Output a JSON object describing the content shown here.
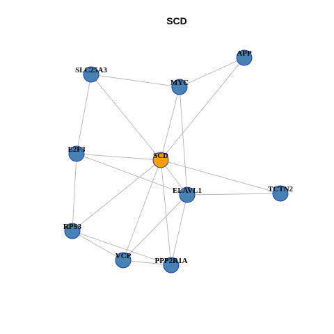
{
  "graph": {
    "title": "SCD",
    "center_color": "#F5A000",
    "node_color": "#4682B4",
    "node_border_color": "#1F3FB0",
    "edge_color": "#B3B3B3",
    "nodes": [
      {
        "id": "SCD",
        "label": "SCD",
        "center": true
      },
      {
        "id": "APP",
        "label": "APP"
      },
      {
        "id": "MYC",
        "label": "MYC"
      },
      {
        "id": "SLC25A3",
        "label": "SLC25A3"
      },
      {
        "id": "E2F3",
        "label": "E2F3"
      },
      {
        "id": "ELAVL1",
        "label": "ELAVL1"
      },
      {
        "id": "TCTN2",
        "label": "TCTN2"
      },
      {
        "id": "RPS3",
        "label": "RPS3"
      },
      {
        "id": "VCP",
        "label": "VCP"
      },
      {
        "id": "PPP2R1A",
        "label": "PPP2R1A"
      }
    ],
    "edges": [
      [
        "APP",
        "MYC"
      ],
      [
        "APP",
        "SCD"
      ],
      [
        "SLC25A3",
        "MYC"
      ],
      [
        "SLC25A3",
        "SCD"
      ],
      [
        "SLC25A3",
        "E2F3"
      ],
      [
        "MYC",
        "SCD"
      ],
      [
        "MYC",
        "ELAVL1"
      ],
      [
        "E2F3",
        "SCD"
      ],
      [
        "E2F3",
        "ELAVL1"
      ],
      [
        "E2F3",
        "RPS3"
      ],
      [
        "SCD",
        "ELAVL1"
      ],
      [
        "SCD",
        "TCTN2"
      ],
      [
        "SCD",
        "RPS3"
      ],
      [
        "SCD",
        "VCP"
      ],
      [
        "SCD",
        "PPP2R1A"
      ],
      [
        "ELAVL1",
        "TCTN2"
      ],
      [
        "ELAVL1",
        "VCP"
      ],
      [
        "ELAVL1",
        "PPP2R1A"
      ],
      [
        "RPS3",
        "VCP"
      ],
      [
        "RPS3",
        "PPP2R1A"
      ],
      [
        "VCP",
        "PPP2R1A"
      ]
    ]
  }
}
